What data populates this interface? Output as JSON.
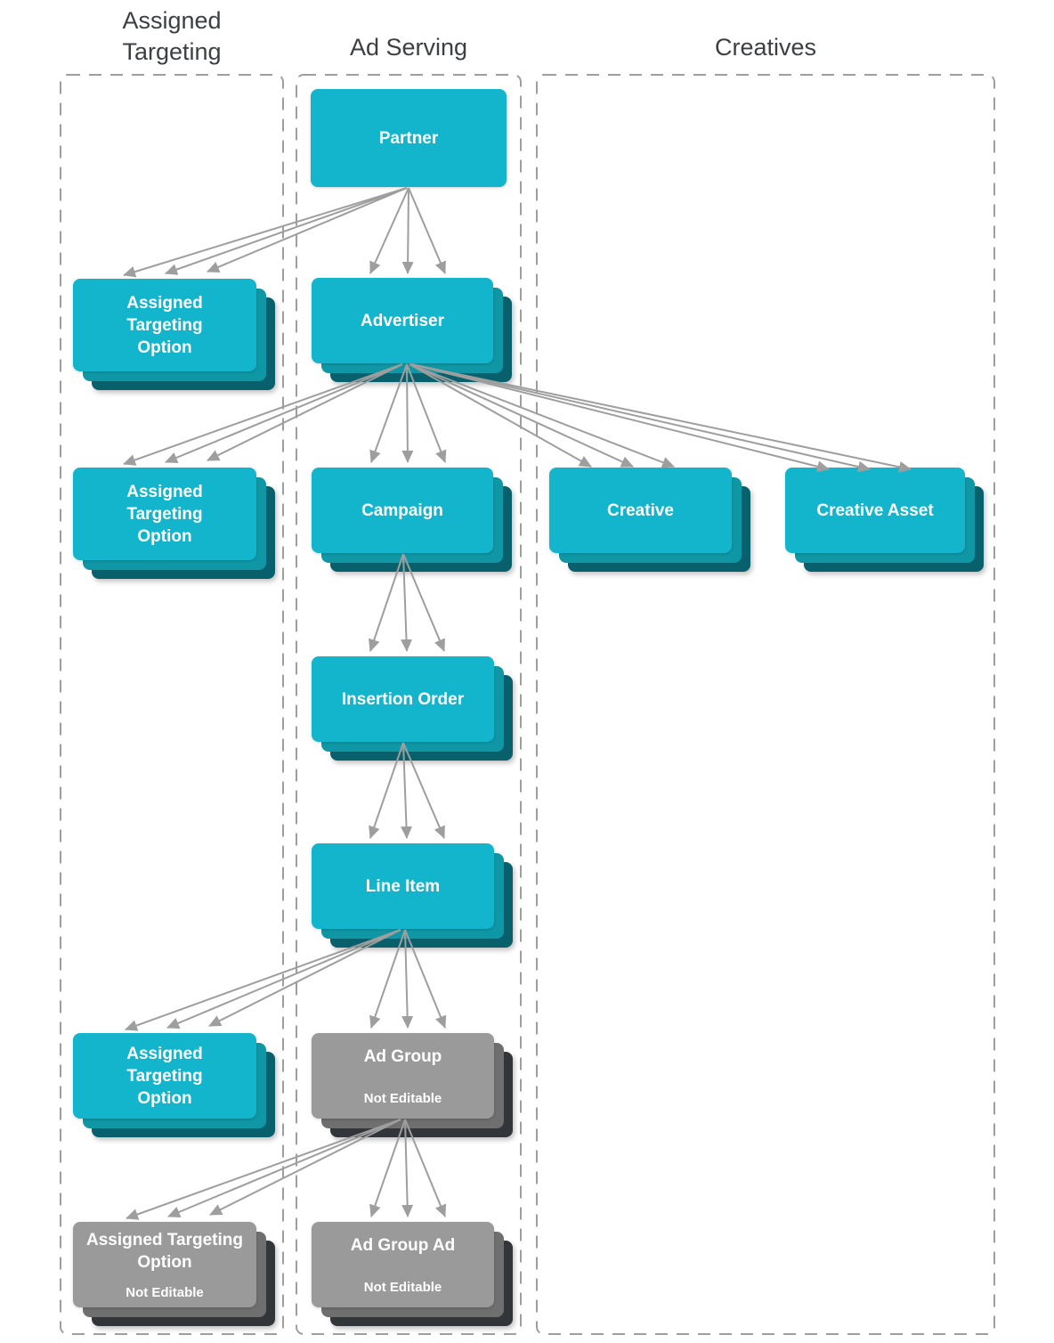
{
  "columns": [
    {
      "id": "assigned-targeting",
      "title": "Assigned Targeting"
    },
    {
      "id": "ad-serving",
      "title": "Ad Serving"
    },
    {
      "id": "creatives",
      "title": "Creatives"
    }
  ],
  "nodes": [
    {
      "id": "partner",
      "label": "Partner",
      "editable": true
    },
    {
      "id": "assigned-targeting-option-partner",
      "label": "Assigned Targeting Option",
      "editable": true
    },
    {
      "id": "advertiser",
      "label": "Advertiser",
      "editable": true
    },
    {
      "id": "assigned-targeting-option-advertiser",
      "label": "Assigned Targeting Option",
      "editable": true
    },
    {
      "id": "campaign",
      "label": "Campaign",
      "editable": true
    },
    {
      "id": "creative",
      "label": "Creative",
      "editable": true
    },
    {
      "id": "creative-asset",
      "label": "Creative Asset",
      "editable": true
    },
    {
      "id": "insertion-order",
      "label": "Insertion Order",
      "editable": true
    },
    {
      "id": "line-item",
      "label": "Line Item",
      "editable": true
    },
    {
      "id": "assigned-targeting-option-line-item",
      "label": "Assigned Targeting Option",
      "editable": true
    },
    {
      "id": "ad-group",
      "label": "Ad Group",
      "sublabel": "Not Editable",
      "editable": false
    },
    {
      "id": "assigned-targeting-option-ad-group",
      "label": "Assigned Targeting Option",
      "sublabel": "Not Editable",
      "editable": false
    },
    {
      "id": "ad-group-ad",
      "label": "Ad Group Ad",
      "sublabel": "Not Editable",
      "editable": false
    }
  ],
  "edges": [
    {
      "from": "partner",
      "to": "assigned-targeting-option-partner"
    },
    {
      "from": "partner",
      "to": "advertiser"
    },
    {
      "from": "advertiser",
      "to": "assigned-targeting-option-advertiser"
    },
    {
      "from": "advertiser",
      "to": "campaign"
    },
    {
      "from": "advertiser",
      "to": "creative"
    },
    {
      "from": "advertiser",
      "to": "creative-asset"
    },
    {
      "from": "campaign",
      "to": "insertion-order"
    },
    {
      "from": "insertion-order",
      "to": "line-item"
    },
    {
      "from": "line-item",
      "to": "assigned-targeting-option-line-item"
    },
    {
      "from": "line-item",
      "to": "ad-group"
    },
    {
      "from": "ad-group",
      "to": "assigned-targeting-option-ad-group"
    },
    {
      "from": "ad-group",
      "to": "ad-group-ad"
    }
  ],
  "colors": {
    "editable": "#12b5cb",
    "not_editable": "#9a9a9a",
    "arrow": "#9e9e9e",
    "column_border": "#9e9e9e",
    "title_text": "#3c4043"
  }
}
